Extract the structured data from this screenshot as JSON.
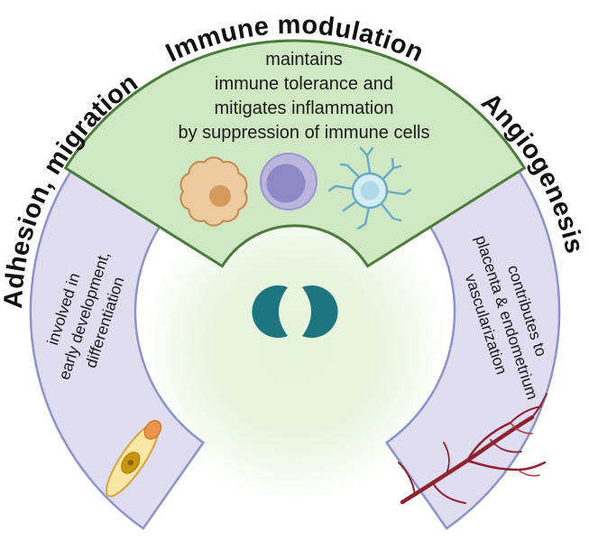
{
  "figure": {
    "name": "galectin-functions-diagram",
    "center": {
      "icon": "galectin-dimer-logo",
      "color": "#1d7580",
      "background_glow": "#e7f3dc"
    },
    "sections": [
      {
        "id": "immune-modulation",
        "title": "Immune modulation",
        "lines": [
          "maintains",
          "immune tolerance and",
          "mitigates inflammation",
          "by suppression of immune cells"
        ],
        "icons": [
          "macrophage-cell",
          "lymphocyte-cell",
          "dendritic-cell"
        ],
        "fill": "#cfe8c3",
        "stroke": "#4b7c3c"
      },
      {
        "id": "adhesion-migration",
        "title": "Adhesion, migration",
        "lines": [
          "involved in",
          "early development,",
          "differentiation"
        ],
        "icons": [
          "fibroblast-cell"
        ],
        "fill": "#dfddef",
        "stroke": "#8b94cb"
      },
      {
        "id": "angiogenesis",
        "title": "Angiogenesis",
        "lines": [
          "contributes to",
          "placenta & endometrium",
          "vascularization"
        ],
        "icons": [
          "blood-vessel-network"
        ],
        "fill": "#dfddef",
        "stroke": "#8b94cb"
      }
    ]
  }
}
